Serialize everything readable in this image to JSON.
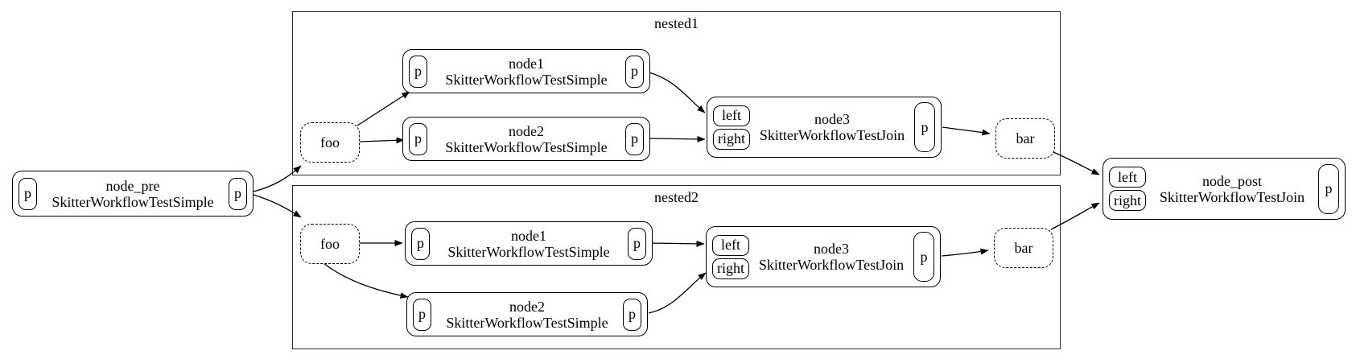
{
  "node_pre": {
    "name": "node_pre",
    "class": "SkitterWorkflowTestSimple",
    "in_port": "p",
    "out_port": "p"
  },
  "node_post": {
    "name": "node_post",
    "class": "SkitterWorkflowTestJoin",
    "in_left": "left",
    "in_right": "right",
    "out_port": "p"
  },
  "clusters": [
    {
      "label": "nested1",
      "foo_label": "foo",
      "bar_label": "bar",
      "node1": {
        "name": "node1",
        "class": "SkitterWorkflowTestSimple",
        "in_port": "p",
        "out_port": "p"
      },
      "node2": {
        "name": "node2",
        "class": "SkitterWorkflowTestSimple",
        "in_port": "p",
        "out_port": "p"
      },
      "node3": {
        "name": "node3",
        "class": "SkitterWorkflowTestJoin",
        "in_left": "left",
        "in_right": "right",
        "out_port": "p"
      }
    },
    {
      "label": "nested2",
      "foo_label": "foo",
      "bar_label": "bar",
      "node1": {
        "name": "node1",
        "class": "SkitterWorkflowTestSimple",
        "in_port": "p",
        "out_port": "p"
      },
      "node2": {
        "name": "node2",
        "class": "SkitterWorkflowTestSimple",
        "in_port": "p",
        "out_port": "p"
      },
      "node3": {
        "name": "node3",
        "class": "SkitterWorkflowTestJoin",
        "in_left": "left",
        "in_right": "right",
        "out_port": "p"
      }
    }
  ],
  "edges": [
    {
      "from": "node_pre.p",
      "to": "nested1.foo"
    },
    {
      "from": "node_pre.p",
      "to": "nested2.foo"
    },
    {
      "from": "nested1.foo",
      "to": "nested1.node1.p"
    },
    {
      "from": "nested1.foo",
      "to": "nested1.node2.p"
    },
    {
      "from": "nested1.node1.p",
      "to": "nested1.node3.left"
    },
    {
      "from": "nested1.node2.p",
      "to": "nested1.node3.right"
    },
    {
      "from": "nested1.node3.p",
      "to": "nested1.bar"
    },
    {
      "from": "nested1.bar",
      "to": "node_post.left"
    },
    {
      "from": "nested2.foo",
      "to": "nested2.node1.p"
    },
    {
      "from": "nested2.foo",
      "to": "nested2.node2.p"
    },
    {
      "from": "nested2.node1.p",
      "to": "nested2.node3.left"
    },
    {
      "from": "nested2.node2.p",
      "to": "nested2.node3.right"
    },
    {
      "from": "nested2.node3.p",
      "to": "nested2.bar"
    },
    {
      "from": "nested2.bar",
      "to": "node_post.right"
    }
  ],
  "colors": {
    "stroke": "#000000",
    "background": "#ffffff"
  }
}
